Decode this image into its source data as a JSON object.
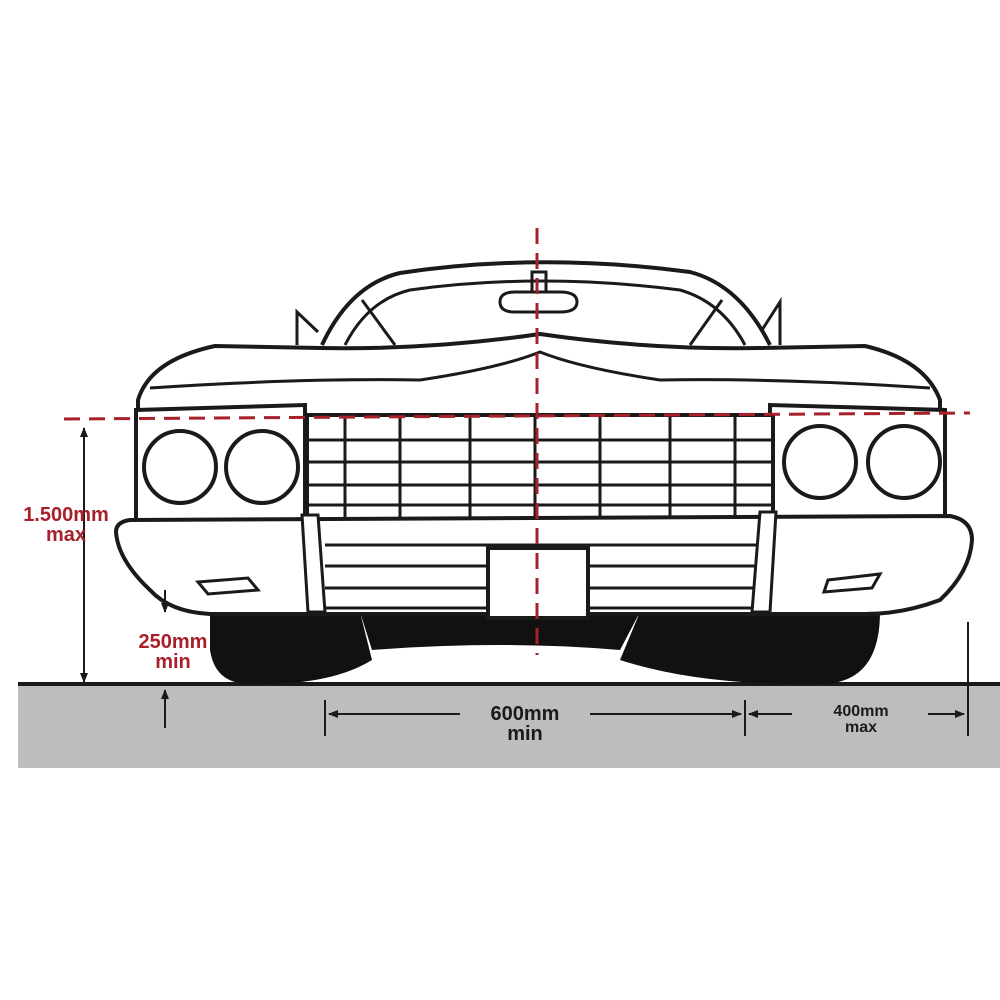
{
  "dimensions": {
    "max_height": {
      "value": "1.500mm",
      "qualifier": "max"
    },
    "min_ground_clearance": {
      "value": "250mm",
      "qualifier": "min"
    },
    "min_center_width": {
      "value": "600mm",
      "qualifier": "min"
    },
    "max_side_offset": {
      "value": "400mm",
      "qualifier": "max"
    }
  },
  "colors": {
    "guide_line": "#a8202a",
    "outline": "#1a1a1a",
    "ground": "#bdbdbd",
    "tires": "#111111"
  }
}
